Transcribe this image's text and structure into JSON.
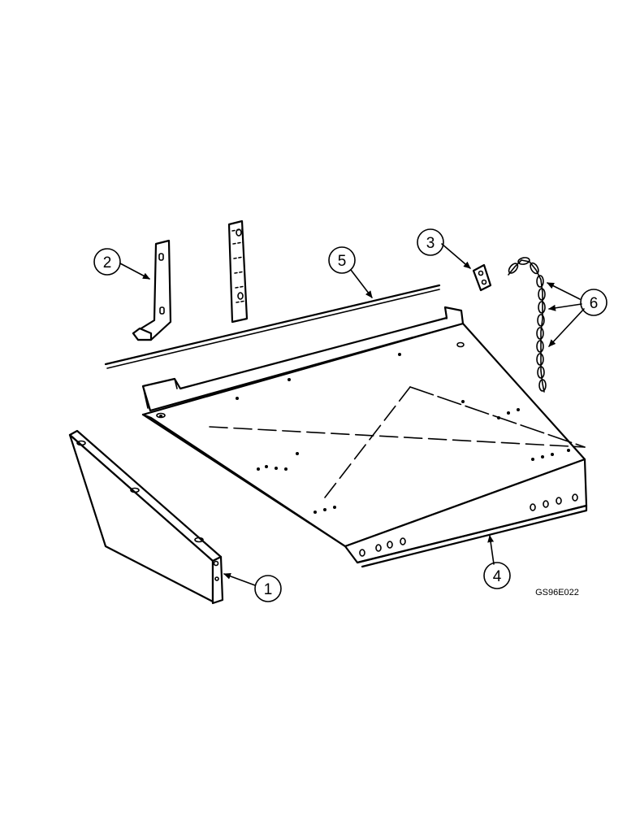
{
  "callouts": [
    {
      "id": "callout-1",
      "label": "1"
    },
    {
      "id": "callout-2",
      "label": "2"
    },
    {
      "id": "callout-3",
      "label": "3"
    },
    {
      "id": "callout-4",
      "label": "4"
    },
    {
      "id": "callout-5",
      "label": "5"
    },
    {
      "id": "callout-6",
      "label": "6"
    }
  ],
  "figure_code": "GS96E022"
}
